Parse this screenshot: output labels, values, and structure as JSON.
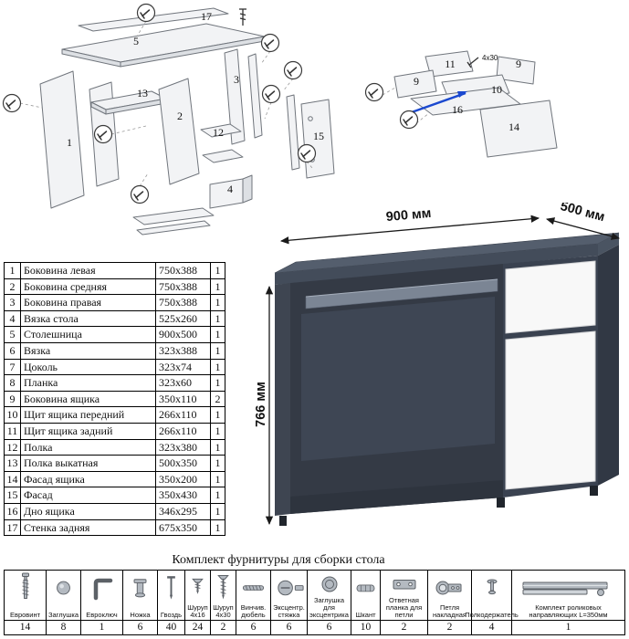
{
  "diagrams": {
    "left_labels": [
      "17",
      "5",
      "1",
      "13",
      "2",
      "3",
      "12",
      "15",
      "4"
    ],
    "right_labels": [
      "11",
      "9",
      "9",
      "10",
      "16",
      "14"
    ],
    "screw_note": "4x30"
  },
  "parts_table": {
    "rows": [
      {
        "num": "1",
        "name": "Боковина левая",
        "size": "750x388",
        "qty": "1"
      },
      {
        "num": "2",
        "name": "Боковина средняя",
        "size": "750x388",
        "qty": "1"
      },
      {
        "num": "3",
        "name": "Боковина правая",
        "size": "750x388",
        "qty": "1"
      },
      {
        "num": "4",
        "name": "Вязка стола",
        "size": "525x260",
        "qty": "1"
      },
      {
        "num": "5",
        "name": "Столешница",
        "size": "900x500",
        "qty": "1"
      },
      {
        "num": "6",
        "name": "Вязка",
        "size": "323x388",
        "qty": "1"
      },
      {
        "num": "7",
        "name": "Цоколь",
        "size": "323x74",
        "qty": "1"
      },
      {
        "num": "8",
        "name": "Планка",
        "size": "323x60",
        "qty": "1"
      },
      {
        "num": "9",
        "name": "Боковина ящика",
        "size": "350x110",
        "qty": "2"
      },
      {
        "num": "10",
        "name": "Щит ящика передний",
        "size": "266x110",
        "qty": "1"
      },
      {
        "num": "11",
        "name": "Щит ящика задний",
        "size": "266x110",
        "qty": "1"
      },
      {
        "num": "12",
        "name": "Полка",
        "size": "323x380",
        "qty": "1"
      },
      {
        "num": "13",
        "name": "Полка выкатная",
        "size": "500x350",
        "qty": "1"
      },
      {
        "num": "14",
        "name": "Фасад ящика",
        "size": "350x200",
        "qty": "1"
      },
      {
        "num": "15",
        "name": "Фасад",
        "size": "350x430",
        "qty": "1"
      },
      {
        "num": "16",
        "name": "Дно ящика",
        "size": "346x295",
        "qty": "1"
      },
      {
        "num": "17",
        "name": "Стенка задняя",
        "size": "675x350",
        "qty": "1"
      }
    ]
  },
  "desk": {
    "dim_width": "900 мм",
    "dim_depth": "500 мм",
    "dim_height": "766 мм",
    "colors": {
      "body": "#545e6d",
      "front": "#f8f8f8"
    }
  },
  "hardware": {
    "title": "Комплект фурнитуры для сборки стола",
    "items": [
      {
        "name": "Евровинт",
        "qty": "14"
      },
      {
        "name": "Заглушка",
        "qty": "8"
      },
      {
        "name": "Евроключ",
        "qty": "1"
      },
      {
        "name": "Ножка",
        "qty": "6"
      },
      {
        "name": "Гвоздь",
        "qty": "40"
      },
      {
        "name": "Шуруп 4x16",
        "qty": "24"
      },
      {
        "name": "Шуруп 4x30",
        "qty": "2"
      },
      {
        "name": "Винчив. дюбель",
        "qty": "6"
      },
      {
        "name": "Эксцентр. стяжка",
        "qty": "6"
      },
      {
        "name": "Заглушка для эксцентрика",
        "qty": "6"
      },
      {
        "name": "Шкант",
        "qty": "10"
      },
      {
        "name": "Ответная планка для петли",
        "qty": "2"
      },
      {
        "name": "Петля накладная",
        "qty": "2"
      },
      {
        "name": "Полкодержатель",
        "qty": "4"
      },
      {
        "name": "Комплект роликовых направляющих L=350мм",
        "qty": "1"
      }
    ]
  }
}
